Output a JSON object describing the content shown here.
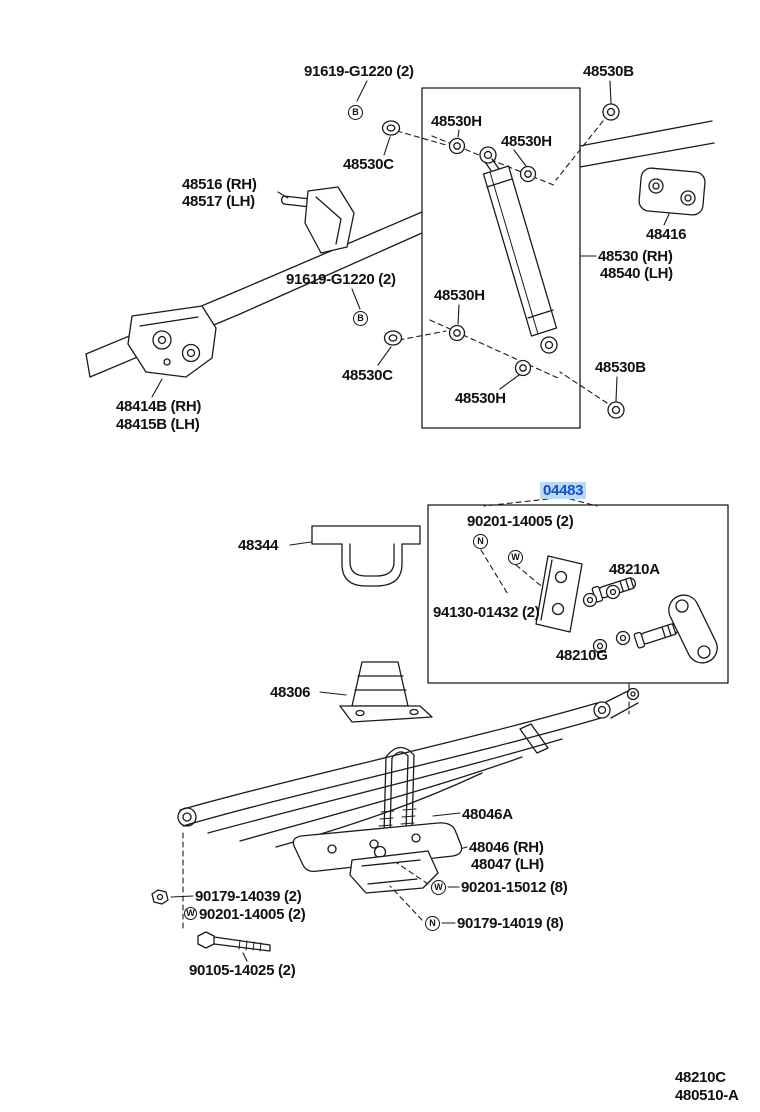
{
  "title": "Rear spring and shock absorber parts diagram",
  "highlighted_part": "04483",
  "colors": {
    "line": "#1a1a1a",
    "text": "#111111",
    "highlight_text": "#1b49d6",
    "highlight_bg": "#b5ddf2",
    "background": "#ffffff"
  },
  "labels": [
    {
      "text": "91619-G1220 (2)"
    },
    {
      "text": "48530B"
    },
    {
      "text": "48530H"
    },
    {
      "text": "48530H"
    },
    {
      "text": "48530C"
    },
    {
      "text": "48516 (RH)"
    },
    {
      "text": "48517 (LH)"
    },
    {
      "text": "48416"
    },
    {
      "text": "48530 (RH)"
    },
    {
      "text": "48540 (LH)"
    },
    {
      "text": "91619-G1220 (2)"
    },
    {
      "text": "48530H"
    },
    {
      "text": "48530C"
    },
    {
      "text": "48530B"
    },
    {
      "text": "48530H"
    },
    {
      "text": "48414B (RH)"
    },
    {
      "text": "48415B (LH)"
    },
    {
      "text": "04483"
    },
    {
      "text": "90201-14005 (2)"
    },
    {
      "text": "48344"
    },
    {
      "text": "48210A"
    },
    {
      "text": "94130-01432 (2)"
    },
    {
      "text": "48210G"
    },
    {
      "text": "48306"
    },
    {
      "text": "48046A"
    },
    {
      "text": "48046 (RH)"
    },
    {
      "text": "48047 (LH)"
    },
    {
      "text": "90179-14039 (2)"
    },
    {
      "text": "90201-15012 (8)"
    },
    {
      "text": "90201-14005 (2)"
    },
    {
      "text": "90179-14019 (8)"
    },
    {
      "text": "90105-14025 (2)"
    },
    {
      "text": "48210C"
    },
    {
      "text": "480510-A"
    }
  ],
  "symbols": [
    {
      "letter": "B"
    },
    {
      "letter": "B"
    },
    {
      "letter": "N"
    },
    {
      "letter": "W"
    },
    {
      "letter": "W"
    },
    {
      "letter": "N"
    },
    {
      "letter": "W"
    }
  ]
}
